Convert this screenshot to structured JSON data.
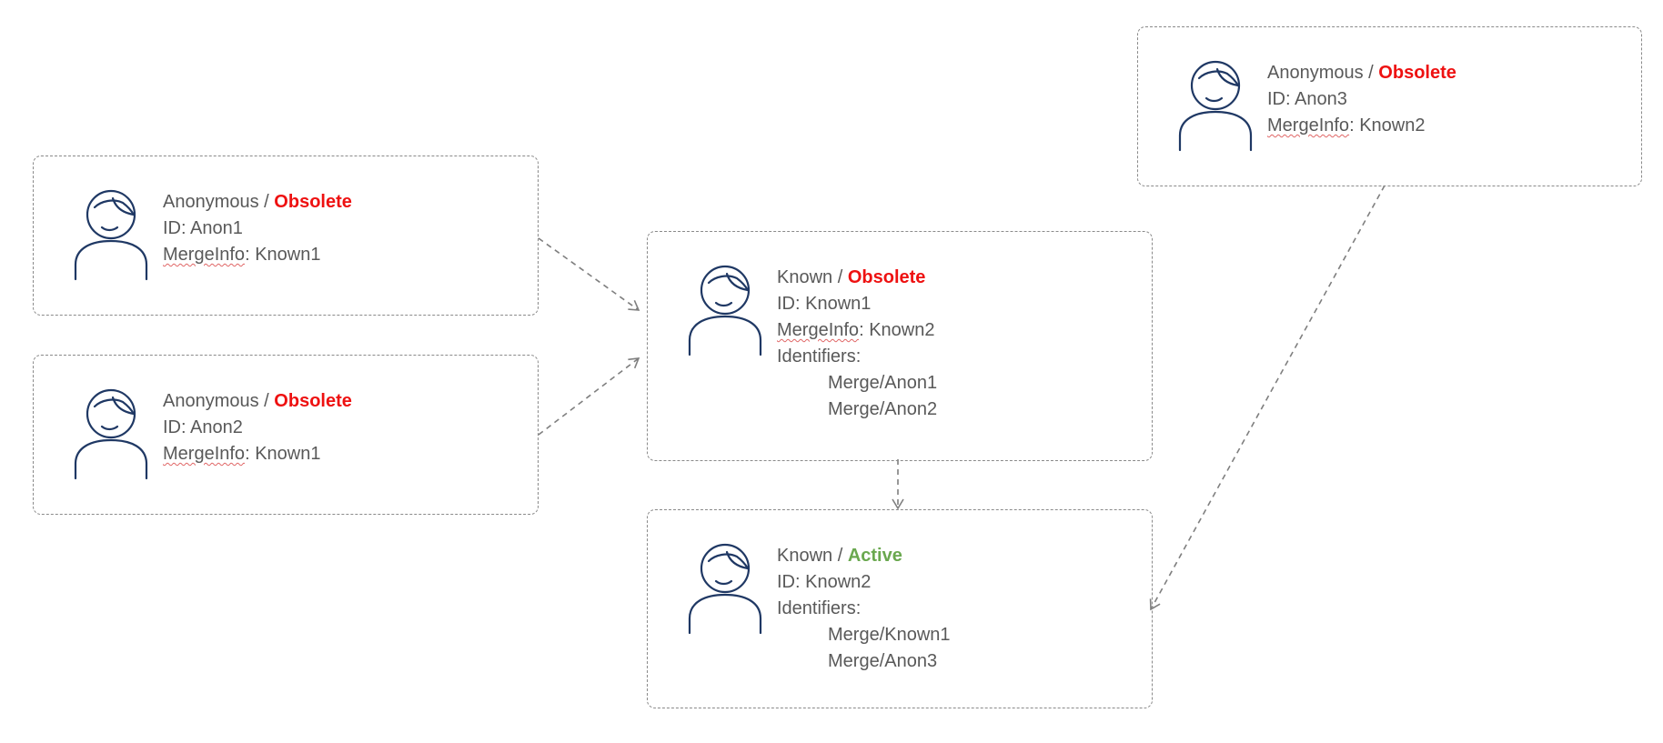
{
  "nodes": {
    "anon1": {
      "type": "Anonymous",
      "separator": " / ",
      "status": "Obsolete",
      "id_label": "ID: ",
      "id_value": "Anon1",
      "merge_label": "MergeInfo",
      "merge_sep": ": ",
      "merge_value": "Known1"
    },
    "anon2": {
      "type": "Anonymous",
      "separator": " / ",
      "status": "Obsolete",
      "id_label": "ID: ",
      "id_value": "Anon2",
      "merge_label": "MergeInfo",
      "merge_sep": ": ",
      "merge_value": "Known1"
    },
    "anon3": {
      "type": "Anonymous",
      "separator": " / ",
      "status": "Obsolete",
      "id_label": "ID: ",
      "id_value": "Anon3",
      "merge_label": "MergeInfo",
      "merge_sep": ": ",
      "merge_value": "Known2"
    },
    "known1": {
      "type": "Known",
      "separator": " / ",
      "status": "Obsolete",
      "id_label": "ID: ",
      "id_value": "Known1",
      "merge_label": "MergeInfo",
      "merge_sep": ": ",
      "merge_value": "Known2",
      "identifiers_label": "Identifiers:",
      "identifiers": [
        "Merge/Anon1",
        "Merge/Anon2"
      ]
    },
    "known2": {
      "type": "Known",
      "separator": " / ",
      "status": "Active",
      "id_label": "ID: ",
      "id_value": "Known2",
      "identifiers_label": "Identifiers:",
      "identifiers": [
        "Merge/Known1",
        "Merge/Anon3"
      ]
    }
  },
  "edges": [
    {
      "from": "anon1",
      "to": "known1"
    },
    {
      "from": "anon2",
      "to": "known1"
    },
    {
      "from": "known1",
      "to": "known2"
    },
    {
      "from": "anon3",
      "to": "known2"
    }
  ],
  "colors": {
    "obsolete": "#ee1111",
    "active": "#6aa84f",
    "text": "#595959",
    "border": "#8a8a8a",
    "icon": "#1f3864",
    "connector": "#7f7f7f"
  },
  "icons": {
    "person": "person-icon"
  }
}
